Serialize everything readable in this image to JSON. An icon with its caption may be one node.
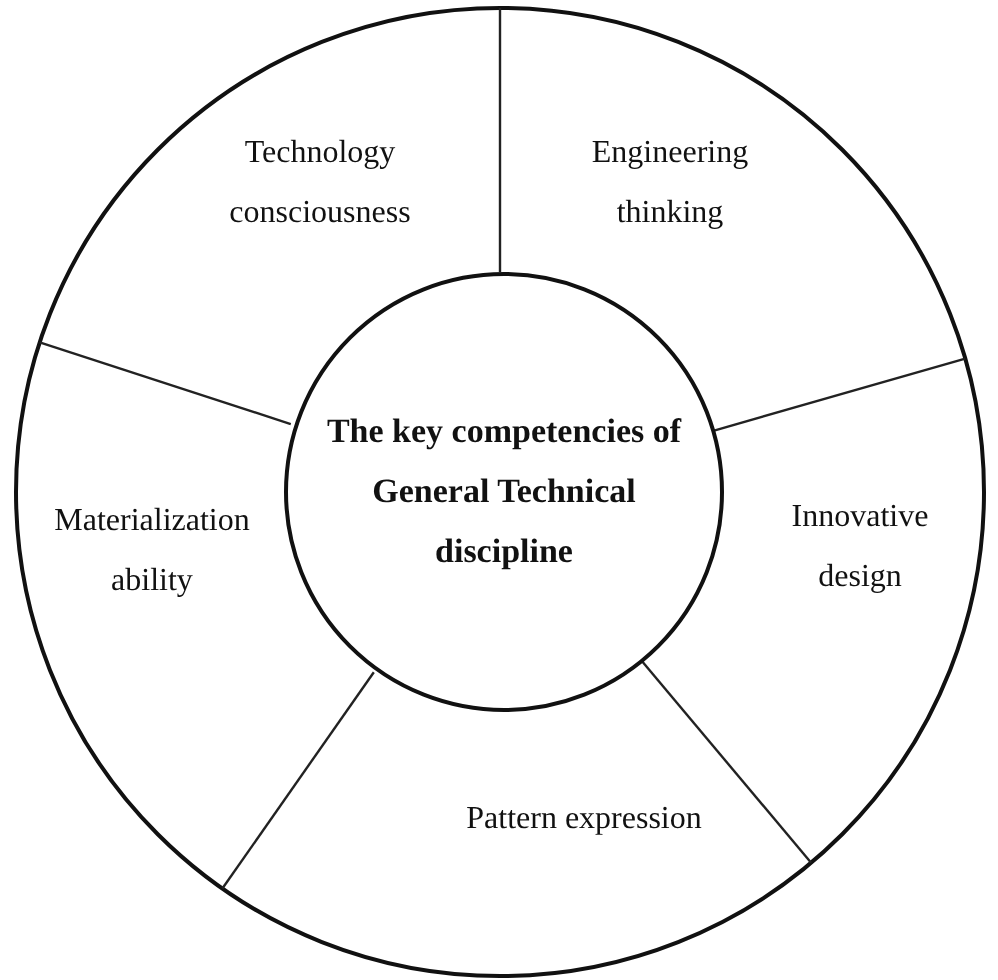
{
  "diagram": {
    "nodes": [
      {
        "text": [
          "Technology consciousness"
        ]
      },
      {
        "text": [
          "Engineering thinking"
        ]
      },
      {
        "text": [
          "The key competencies of General Technical discipline"
        ]
      },
      {
        "text": [
          "Materialization ability"
        ]
      },
      {
        "text": [
          "Innovative design"
        ]
      },
      {
        "text": [
          "Pattern expression"
        ]
      }
    ]
  }
}
